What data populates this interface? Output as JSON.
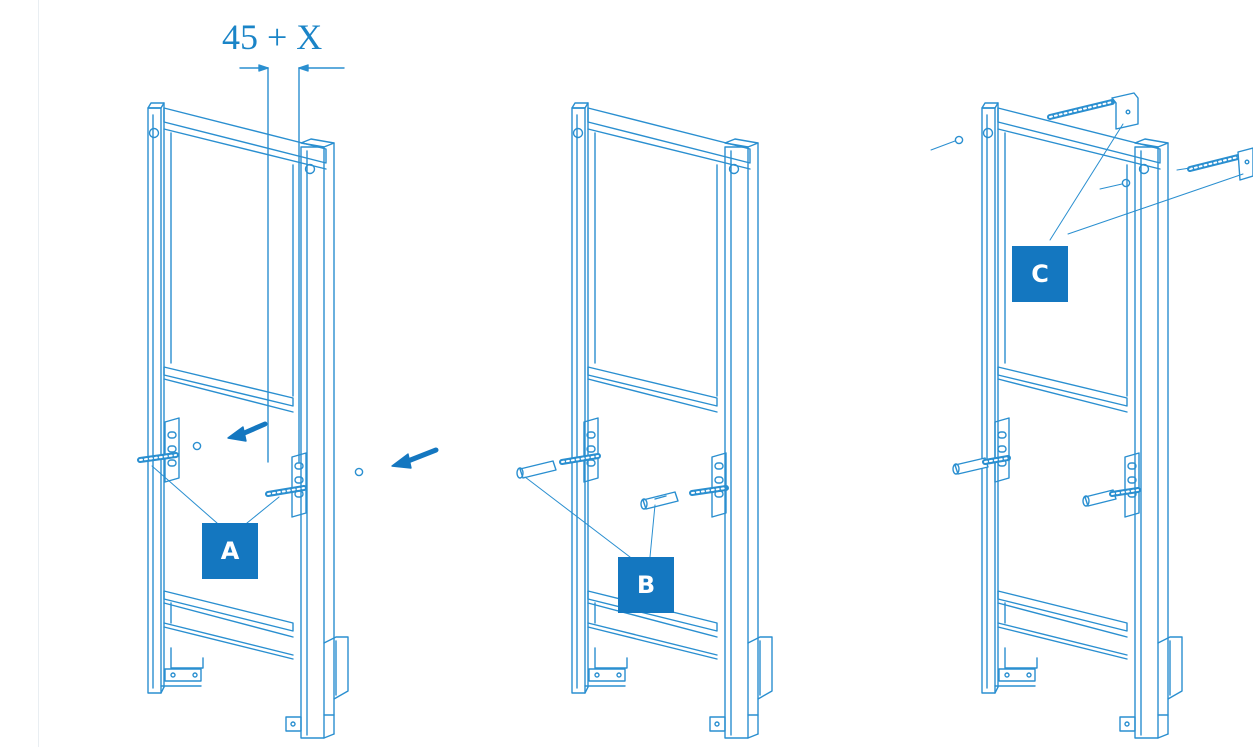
{
  "header": {
    "partial_text": ""
  },
  "dimension": {
    "label": "45 + X"
  },
  "callouts": {
    "a": "A",
    "b": "B",
    "c": "C"
  },
  "colors": {
    "line": "#2a8fd0",
    "accent": "#1477c0",
    "label": "#1a84c7"
  },
  "steps": [
    {
      "id": "step-a",
      "callout": "A",
      "arrows": 2,
      "studs": 2,
      "nuts": 2
    },
    {
      "id": "step-b",
      "callout": "B",
      "studs": 2,
      "sleeves": 2
    },
    {
      "id": "step-c",
      "callout": "C",
      "studs": 4,
      "brackets": 2,
      "nuts": 2
    }
  ]
}
